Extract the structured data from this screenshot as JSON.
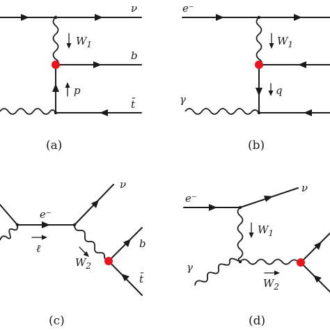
{
  "colors": {
    "line": "#1a1a1a",
    "vertex": "#e8141e",
    "background": "#ffffff"
  },
  "panels": {
    "a": {
      "caption": "(a)",
      "labels": {
        "nu": "ν",
        "w": "W",
        "w_sub": "1",
        "b": "b",
        "p": "p",
        "tbar": "t̄"
      }
    },
    "b": {
      "caption": "(b)",
      "labels": {
        "e": "e⁻",
        "w": "W",
        "w_sub": "1",
        "q": "q",
        "gamma": "γ"
      }
    },
    "c": {
      "caption": "(c)",
      "labels": {
        "nu": "ν",
        "e": "e⁻",
        "ell": "ℓ",
        "w": "W",
        "w_sub": "2",
        "b": "b",
        "tbar": "t̄"
      }
    },
    "d": {
      "caption": "(d)",
      "labels": {
        "e": "e⁻",
        "nu": "ν",
        "w1": "W",
        "w1_sub": "1",
        "gamma": "γ",
        "w2": "W",
        "w2_sub": "2"
      }
    }
  }
}
